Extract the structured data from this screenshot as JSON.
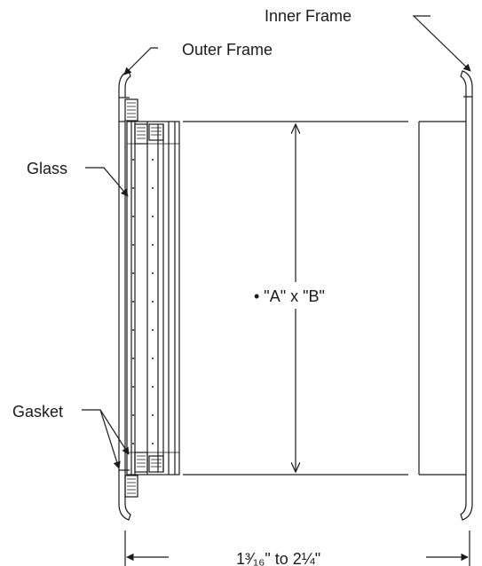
{
  "labels": {
    "inner_frame": "Inner Frame",
    "outer_frame": "Outer Frame",
    "glass": "Glass",
    "gasket": "Gasket",
    "dimension_ab": "• \"A\" x \"B\"",
    "depth_range": "1³⁄₁₆\" to 2¼\""
  },
  "colors": {
    "stroke": "#1a1a1a",
    "text": "#1a1a1a",
    "background": "#ffffff"
  }
}
